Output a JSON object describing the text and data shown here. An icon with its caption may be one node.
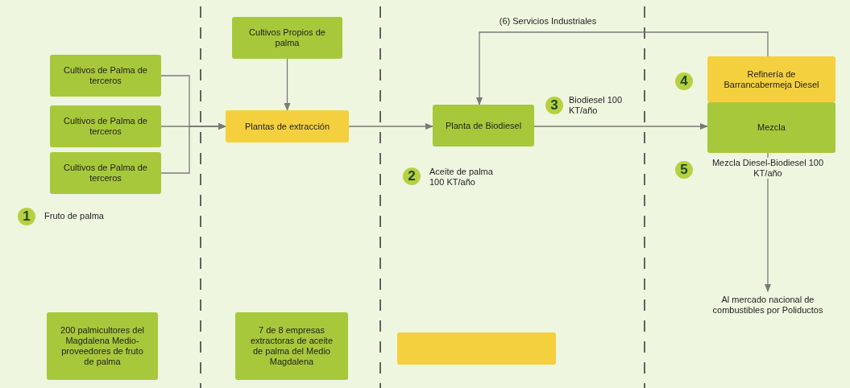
{
  "diagram": {
    "nodes": [
      {
        "text": [
          "Cultivos de Palma de terceros"
        ]
      },
      {
        "text": [
          "Cultivos de Palma de terceros"
        ]
      },
      {
        "text": [
          "Cultivos de Palma de terceros"
        ]
      },
      {
        "text": [
          "Cultivos Propios de palma"
        ]
      },
      {
        "text": [
          "Plantas de extracción"
        ]
      },
      {
        "text": [
          "Planta de Biodiesel"
        ]
      },
      {
        "text": [
          "Refinería de Barrancabermeja Diesel"
        ]
      },
      {
        "text": [
          "Mezcla"
        ]
      },
      {
        "text": [
          "Al mercado nacional de combustibles por Poliductos"
        ]
      },
      {
        "text": [
          "200 palmicultores del Magdalena Medio-proveedores de fruto de palma"
        ]
      },
      {
        "text": [
          "7 de 8 empresas extractoras de aceite de palma del Medio Magdalena"
        ]
      },
      {
        "text": [],
        "shape": "box"
      }
    ],
    "edges": [
      {
        "from": 0,
        "to": 4,
        "arrow": "to"
      },
      {
        "from": 1,
        "to": 4,
        "arrow": "to"
      },
      {
        "from": 2,
        "to": 4,
        "arrow": "to"
      },
      {
        "from": 3,
        "to": 4,
        "arrow": "to"
      },
      {
        "from": 4,
        "to": 5,
        "arrow": "to"
      },
      {
        "from": 5,
        "to": 7,
        "arrow": "to",
        "label": "Biodiesel 100 KT/año"
      },
      {
        "from": 6,
        "to": 5,
        "arrow": "to",
        "label": "(6) Servicios Industriales"
      },
      {
        "from": 7,
        "to": 8,
        "arrow": "to",
        "label": "Mezcla Diesel-Biodiesel 100 KT/año"
      }
    ],
    "labels": [
      "4",
      "3",
      "5",
      "2",
      "Aceite de palma 100 KT/año",
      "1",
      "Fruto de palma"
    ]
  }
}
